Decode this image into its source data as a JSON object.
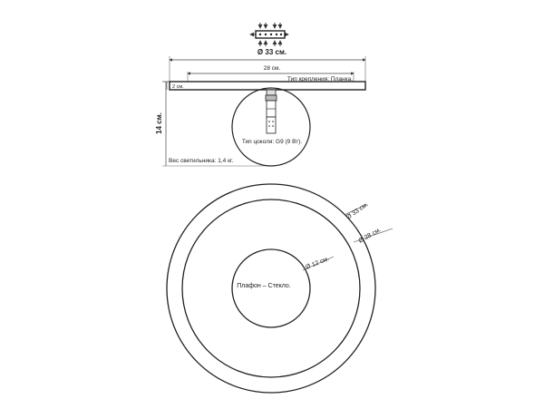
{
  "side_view": {
    "diameter_top": "Ø 33 см.",
    "width_inner": "28 см.",
    "mount_type": "Тип крепления: Планка.",
    "plate_height": "2 см.",
    "total_height": "14 см.",
    "socket_type": "Тип цоколя: G9 (9 Вт).",
    "weight": "Вес светильника: 1,4 кг."
  },
  "top_view": {
    "outer_diameter": "Ø 33 см.",
    "middle_diameter": "Ø 28 см.",
    "inner_diameter": "Ø 12 см.",
    "shade_material": "Плафон – Стекло."
  }
}
